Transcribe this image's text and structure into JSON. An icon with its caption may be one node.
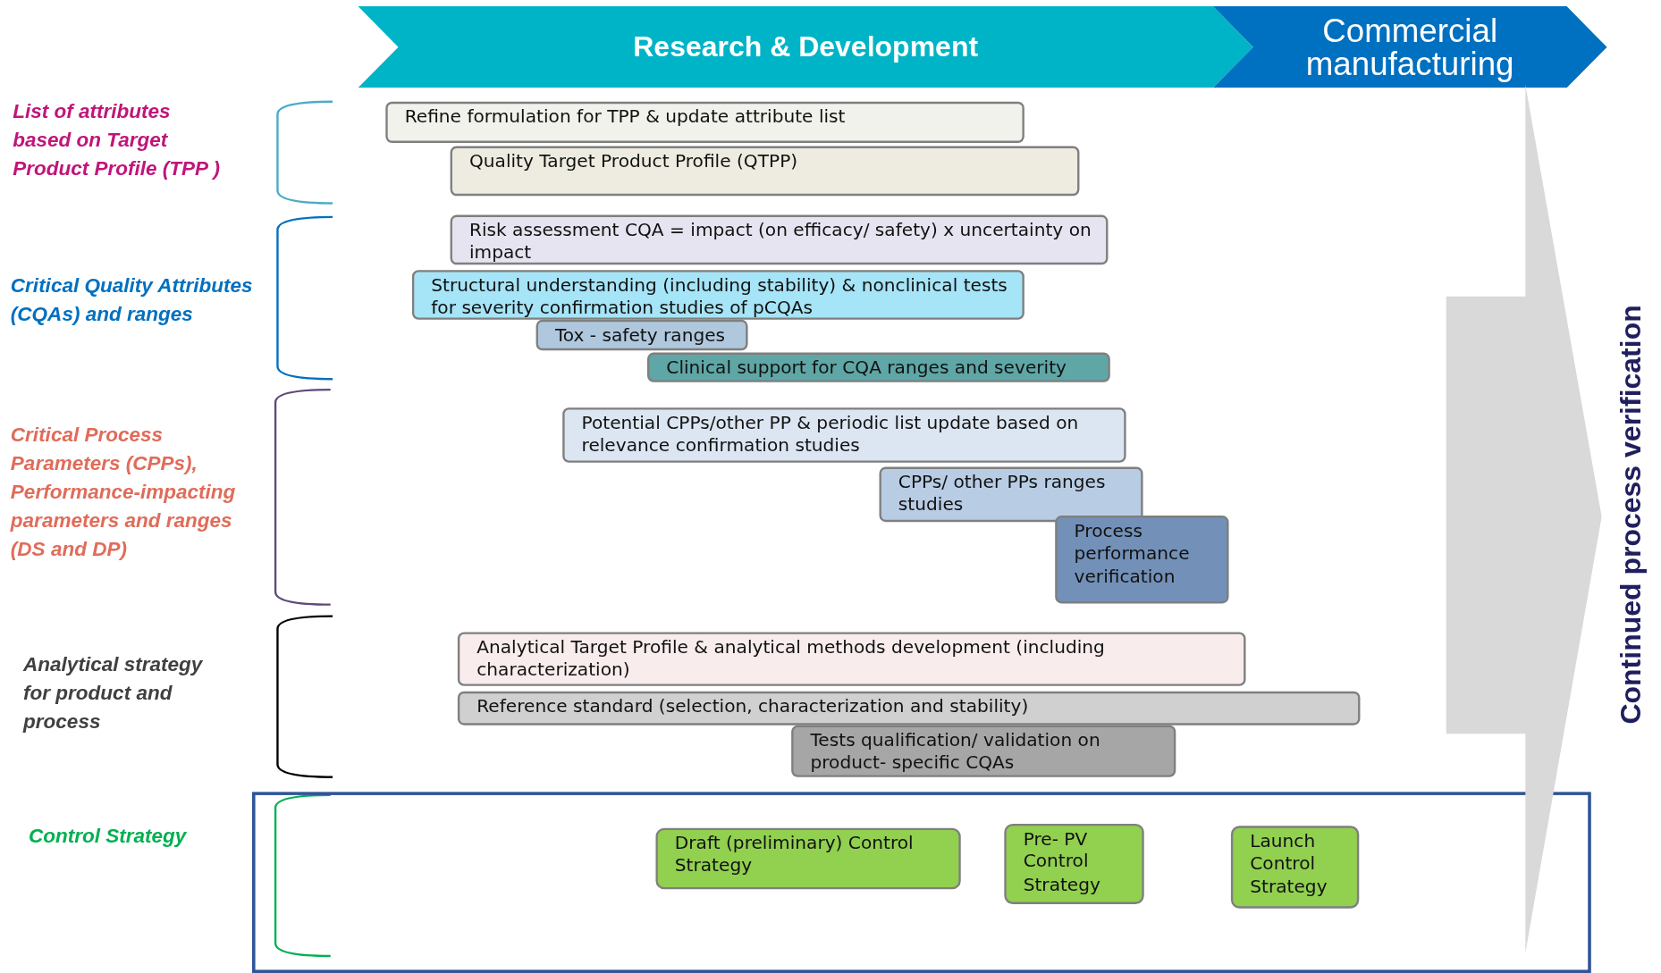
{
  "diagram": {
    "nodes": [
      {
        "text": [
          "Research & Development"
        ]
      },
      {
        "text": [
          "Commercial manufacturing"
        ]
      },
      {
        "text": [
          "Refine formulation for TPP & update attribute list"
        ]
      },
      {
        "text": [
          "Quality Target Product Profile (QTPP)"
        ]
      },
      {
        "text": [
          "Risk assessment CQA = impact (on efficacy/ safety) x uncertainty on impact"
        ]
      },
      {
        "text": [
          "Structural understanding (including stability) & nonclinical tests for severity confirmation studies of pCQAs"
        ]
      },
      {
        "text": [
          "Tox - safety ranges"
        ]
      },
      {
        "text": [
          "Clinical support for CQA ranges and severity"
        ]
      },
      {
        "text": [
          "Potential CPPs/other PP & periodic list update based on relevance confirmation studies"
        ]
      },
      {
        "text": [
          "CPPs/ other PPs ranges studies"
        ]
      },
      {
        "text": [
          "Process performance verification"
        ]
      },
      {
        "text": [
          "Analytical Target Profile & analytical methods development (including characterization)"
        ]
      },
      {
        "text": [
          "Reference standard (selection, characterization and stability)"
        ]
      },
      {
        "text": [
          "Tests qualification/ validation on product- specific CQAs"
        ]
      },
      {
        "text": [],
        "shape": "box"
      },
      {
        "text": [
          "Draft (preliminary) Control Strategy"
        ],
        "in": 14
      },
      {
        "text": [
          "Pre- PV Control Strategy"
        ],
        "in": 14
      },
      {
        "text": [
          "Launch Control Strategy"
        ],
        "in": 14
      },
      {
        "text": [
          "Continued process verification"
        ]
      }
    ],
    "edges": [],
    "labels": [
      "List of attributes based on Target Product Profile (TPP )",
      "Critical Quality Attributes (CQAs) and ranges",
      "Critical Process Parameters (CPPs), Performance-impacting parameters and ranges (DS and DP)",
      "Analytical strategy for product and process",
      "Control Strategy"
    ]
  }
}
